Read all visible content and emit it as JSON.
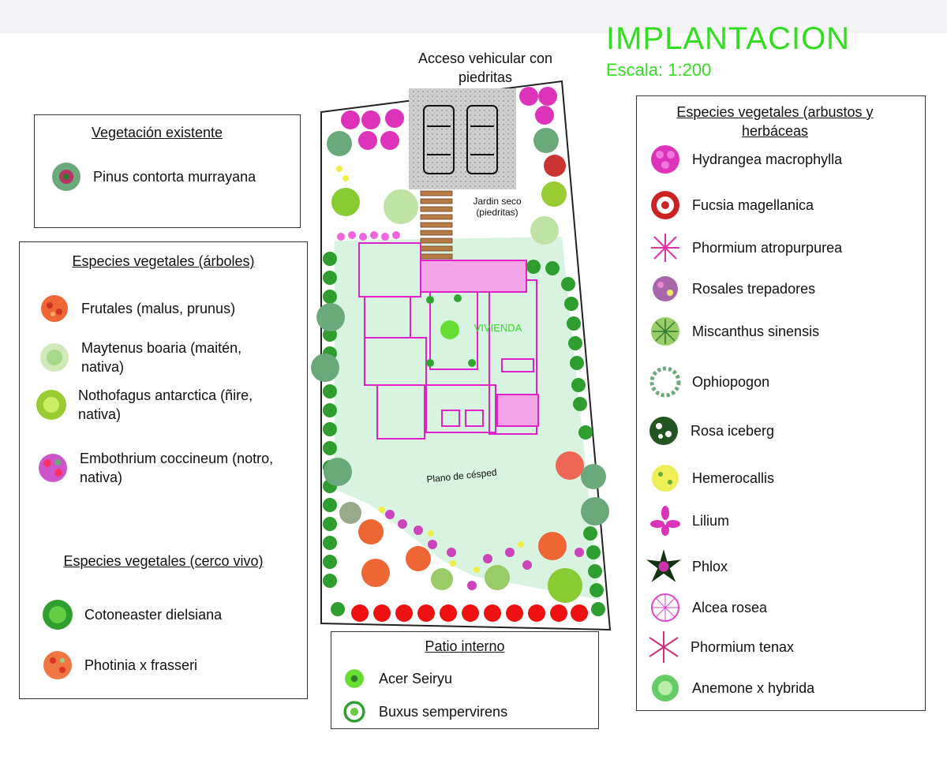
{
  "header": {
    "title": "IMPLANTACION",
    "scale": "Escala: 1:200",
    "access_label": "Acceso vehicular con piedritas"
  },
  "plan": {
    "dry_garden": "Jardin seco (piedritas)",
    "lawn": "Plano de césped",
    "house": "VIVIENDA"
  },
  "legend_existing": {
    "title": "Vegetación existente",
    "items": [
      {
        "label": "Pinus contorta murrayana",
        "icon": "pine-icon"
      }
    ]
  },
  "legend_trees": {
    "title": "Especies vegetales (árboles)",
    "items": [
      {
        "label": "Frutales (malus, prunus)",
        "icon": "fruit-tree-icon"
      },
      {
        "label": "Maytenus boaria (maitén, nativa)",
        "icon": "maiten-icon"
      },
      {
        "label": "Nothofagus antarctica (ñire, nativa)",
        "icon": "nire-icon"
      },
      {
        "label": "Embothrium coccineum (notro, nativa)",
        "icon": "notro-icon"
      }
    ]
  },
  "legend_hedge": {
    "title": "Especies vegetales (cerco vivo)",
    "items": [
      {
        "label": "Cotoneaster dielsiana",
        "icon": "cotoneaster-icon"
      },
      {
        "label": "Photinia x frasseri",
        "icon": "photinia-icon"
      }
    ]
  },
  "legend_patio": {
    "title": "Patio interno",
    "items": [
      {
        "label": "Acer Seiryu",
        "icon": "acer-icon"
      },
      {
        "label": "Buxus sempervirens",
        "icon": "buxus-icon"
      }
    ]
  },
  "legend_shrubs": {
    "title": "Especies vegetales (arbustos y herbáceas",
    "items": [
      {
        "label": "Hydrangea macrophylla",
        "icon": "hydrangea-icon"
      },
      {
        "label": "Fucsia magellanica",
        "icon": "fucsia-icon"
      },
      {
        "label": "Phormium atropurpurea",
        "icon": "phormium-atro-icon"
      },
      {
        "label": "Rosales trepadores",
        "icon": "rose-climber-icon"
      },
      {
        "label": "Miscanthus sinensis",
        "icon": "miscanthus-icon"
      },
      {
        "label": "Ophiopogon",
        "icon": "ophiopogon-icon"
      },
      {
        "label": "Rosa iceberg",
        "icon": "rosa-iceberg-icon"
      },
      {
        "label": "Hemerocallis",
        "icon": "hemerocallis-icon"
      },
      {
        "label": "Lilium",
        "icon": "lilium-icon"
      },
      {
        "label": "Phlox",
        "icon": "phlox-icon"
      },
      {
        "label": "Alcea rosea",
        "icon": "alcea-icon"
      },
      {
        "label": "Phormium tenax",
        "icon": "phormium-tenax-icon"
      },
      {
        "label": "Anemone x hybrida",
        "icon": "anemone-icon"
      }
    ]
  },
  "colors": {
    "accent_green": "#33dd22",
    "lawn": "#d8f3e0",
    "house": "#e020c8",
    "hedge": "#2e9e2e"
  }
}
